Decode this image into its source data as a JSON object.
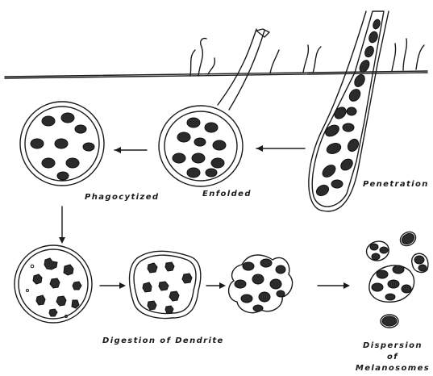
{
  "labels": {
    "phagocytized": "Phagocytized",
    "enfolded": "Enfolded",
    "penetration": "Penetration",
    "digestion": "Digestion of Dendrite",
    "dispersion_line1": "Dispersion",
    "dispersion_line2": "of",
    "dispersion_line3": "Melanosomes"
  },
  "colors": {
    "ink": "#1a1a1a",
    "melanosome": "#2b2b2b",
    "background": "#ffffff"
  }
}
